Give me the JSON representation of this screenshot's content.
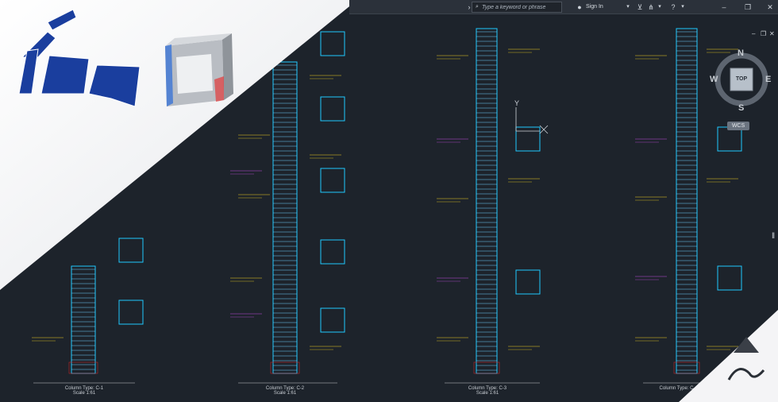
{
  "titlebar": {
    "search_placeholder": "Type a keyword or phrase",
    "signin_label": "Sign In"
  },
  "viewcube": {
    "north": "N",
    "south": "S",
    "east": "E",
    "west": "W",
    "top": "TOP",
    "wcs": "WCS"
  },
  "columns": [
    {
      "title": "Column Type: C-1",
      "scale": "Scale 1:61"
    },
    {
      "title": "Column Type: C-2",
      "scale": "Scale 1:61"
    },
    {
      "title": "Column Type: C-3",
      "scale": "Scale 1:61"
    },
    {
      "title": "Column Type: C-"
    }
  ],
  "colors": {
    "background": "#1d232b",
    "column_line": "#1ec8ff",
    "stirrup": "#6fd0ff",
    "annotation_yellow": "#f2d21e",
    "annotation_magenta": "#c04ce0",
    "annotation_red": "#e02828",
    "banner": "#f4f4f6",
    "logo_blue": "#1a3e9e"
  },
  "icons": [
    "search-icon",
    "user-icon",
    "cart-icon",
    "network-icon",
    "help-icon",
    "minimize-icon",
    "restore-icon",
    "close-icon"
  ]
}
